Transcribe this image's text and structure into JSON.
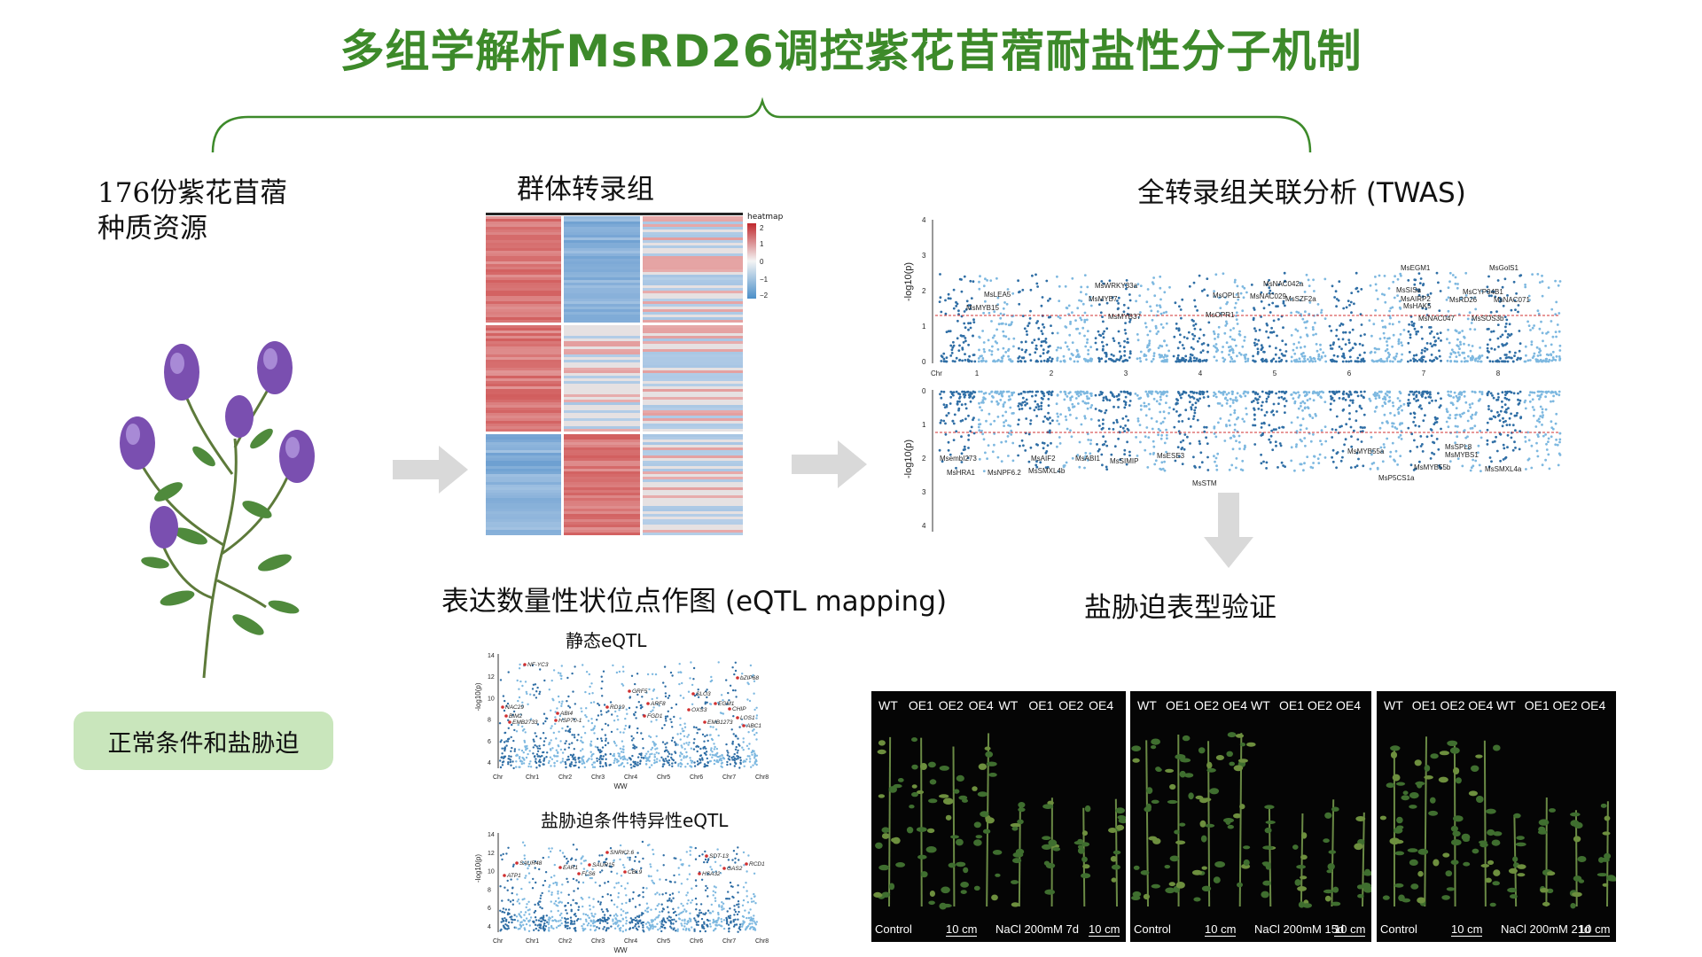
{
  "title": "多组学解析MsRD26调控紫花苜蓿耐盐性分子机制",
  "left": {
    "germplasm_line1": "176份紫花苜蓿",
    "germplasm_line2": "种质资源",
    "condition": "正常条件和盐胁迫"
  },
  "transcriptome": {
    "title": "群体转录组",
    "legend_title": "heatmap",
    "legend_ticks": [
      "2",
      "1",
      "0",
      "−1",
      "−2"
    ]
  },
  "twas": {
    "title": "全转录组关联分析 (TWAS)",
    "ylabel": "-log10(p)",
    "chr_label": "Chr",
    "chromosomes": [
      "1",
      "2",
      "3",
      "4",
      "5",
      "6",
      "7",
      "8"
    ],
    "top_yticks": [
      "4",
      "3",
      "2",
      "1",
      "0"
    ],
    "bottom_yticks": [
      "0",
      "1",
      "2",
      "3",
      "4"
    ],
    "top_genes": [
      "MsEGM1",
      "MsGolS1",
      "MsWRKY33a",
      "MsNAC042a",
      "MsLEA5",
      "MsMYB7",
      "MsOPL1",
      "MsNAC029",
      "MsSZF2a",
      "MsSISa",
      "MsCYP94B1",
      "MsAIRP2",
      "MsRD26",
      "MsNAC071",
      "MsHAK5",
      "MsMYB15",
      "MsMYB37",
      "MsOPR1",
      "MsNAC047",
      "MsSOS3b"
    ],
    "bottom_genes": [
      "MsembI273",
      "MsHRA1",
      "MsNPF6.2",
      "MsAIF2",
      "MsSMXL4b",
      "MsABI1",
      "MsSIMIP",
      "MsESE3",
      "MsSTM",
      "MsMYB55a",
      "MsP5CS1a",
      "MsMYB55b",
      "MsSPL8",
      "MsMYBS1",
      "MsSMXL4a"
    ]
  },
  "eqtl": {
    "title": "表达数量性状位点作图 (eQTL mapping)",
    "static_title": "静态eQTL",
    "salt_title": "盐胁迫条件特异性eQTL",
    "ylabel": "-log10(p)",
    "xlabel": "WW",
    "yticks": [
      "14",
      "12",
      "10",
      "8",
      "6",
      "4"
    ],
    "chromosomes": [
      "Chr",
      "Chr1",
      "Chr2",
      "Chr3",
      "Chr4",
      "Chr5",
      "Chr6",
      "Chr7",
      "Chr8"
    ],
    "static_genes": [
      "NF-YC3",
      "NAC29",
      "BIM2",
      "bZIP68",
      "SLO3",
      "GRF5",
      "ARF8",
      "RD19",
      "ABI4",
      "HSP70-1",
      "EGM1",
      "OXS3",
      "CHIP",
      "LOS1",
      "ABC1",
      "EMB1273",
      "FGD1",
      "EMB2733"
    ],
    "salt_genes": [
      "SAUR48",
      "ATP1",
      "EAR1",
      "SAUR15",
      "FLS6",
      "SNRK2.6",
      "CBL9",
      "SDT-13",
      "GAS2",
      "RCD1",
      "HSA32"
    ]
  },
  "validation": {
    "title": "盐胁迫表型验证",
    "panels": [
      {
        "labels": [
          "WT",
          "OE1",
          "OE2",
          "OE4",
          "WT",
          "OE1",
          "OE2",
          "OE4"
        ],
        "control": "Control",
        "scale1": "10 cm",
        "treatment": "NaCl 200mM 7d",
        "scale2": "10 cm"
      },
      {
        "labels": [
          "WT",
          "OE1",
          "OE2",
          "OE4",
          "WT",
          "OE1",
          "OE2",
          "OE4"
        ],
        "control": "Control",
        "scale1": "10 cm",
        "treatment": "NaCl 200mM 15d",
        "scale2": "10 cm"
      },
      {
        "labels": [
          "WT",
          "OE1",
          "OE2",
          "OE4",
          "WT",
          "OE1",
          "OE2",
          "OE4"
        ],
        "control": "Control",
        "scale1": "10 cm",
        "treatment": "NaCl 200mM 21d",
        "scale2": "10 cm"
      }
    ]
  },
  "colors": {
    "title": "#3d8a2a",
    "brace": "#3d8a2a",
    "arrow": "#d9d9d9",
    "dark_blue": "#2f6ea5",
    "light_blue": "#7db8e0",
    "threshold": "#d03030",
    "box": "#c9e6bc"
  }
}
